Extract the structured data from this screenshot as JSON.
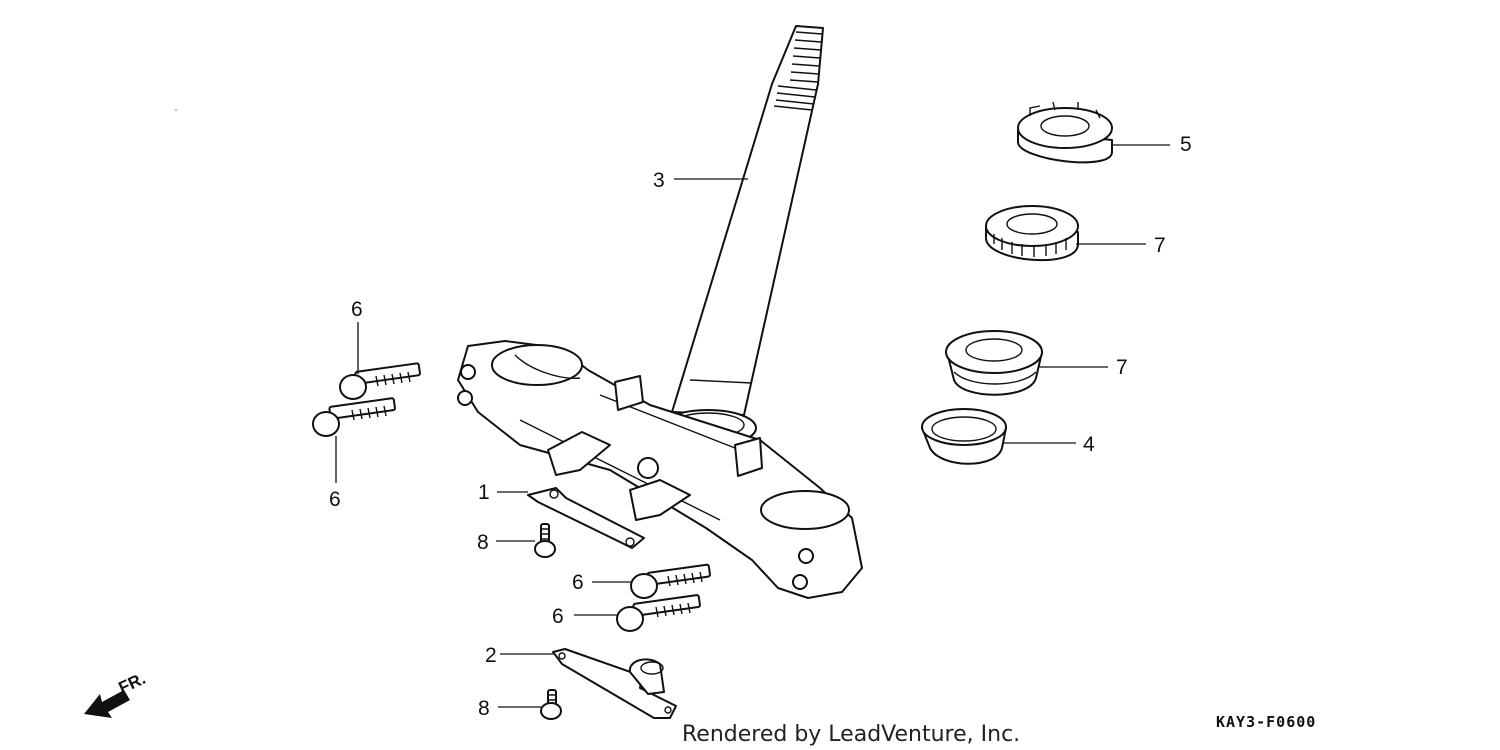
{
  "diagram": {
    "callouts": {
      "c1": "1",
      "c2": "2",
      "c3": "3",
      "c4": "4",
      "c5": "5",
      "c6a": "6",
      "c6b": "6",
      "c6c": "6",
      "c6d": "6",
      "c7a": "7",
      "c7b": "7",
      "c8a": "8",
      "c8b": "8"
    },
    "direction_label": "FR.",
    "diagram_code": "KAY3-F0600",
    "credit": "Rendered by LeadVenture, Inc."
  }
}
